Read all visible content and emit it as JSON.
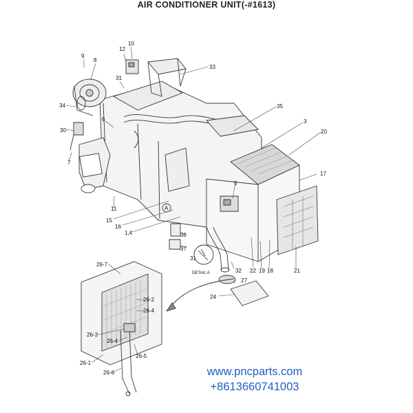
{
  "title": "AIR CONDITIONER UNIT(-#1613)",
  "labels": {
    "l9": "9",
    "l8": "8",
    "l12": "12",
    "l10": "10",
    "l33": "33",
    "l31": "31",
    "l34": "34",
    "l6": "6",
    "l35": "35",
    "l3": "3",
    "l20": "20",
    "l30": "30",
    "l7": "7",
    "l17": "17",
    "l5": "5",
    "l11": "11",
    "lA": "A",
    "l15": "15",
    "l16": "16",
    "l14": "1,4",
    "l36": "36",
    "l37": "37",
    "l31b": "31",
    "l32": "32",
    "l22": "22",
    "l19": "19",
    "l18": "18",
    "l21": "21",
    "l27": "27",
    "l24": "24",
    "l267": "26-7",
    "l262": "26-2",
    "l264a": "26-4",
    "l263": "26-3",
    "l264b": "26-4",
    "l265": "26-5",
    "l261": "26-1",
    "l266": "26-6"
  },
  "detail_label": "DETAIL A",
  "watermark": {
    "url": "www.pncparts.com",
    "phone": "+8613660741003"
  }
}
